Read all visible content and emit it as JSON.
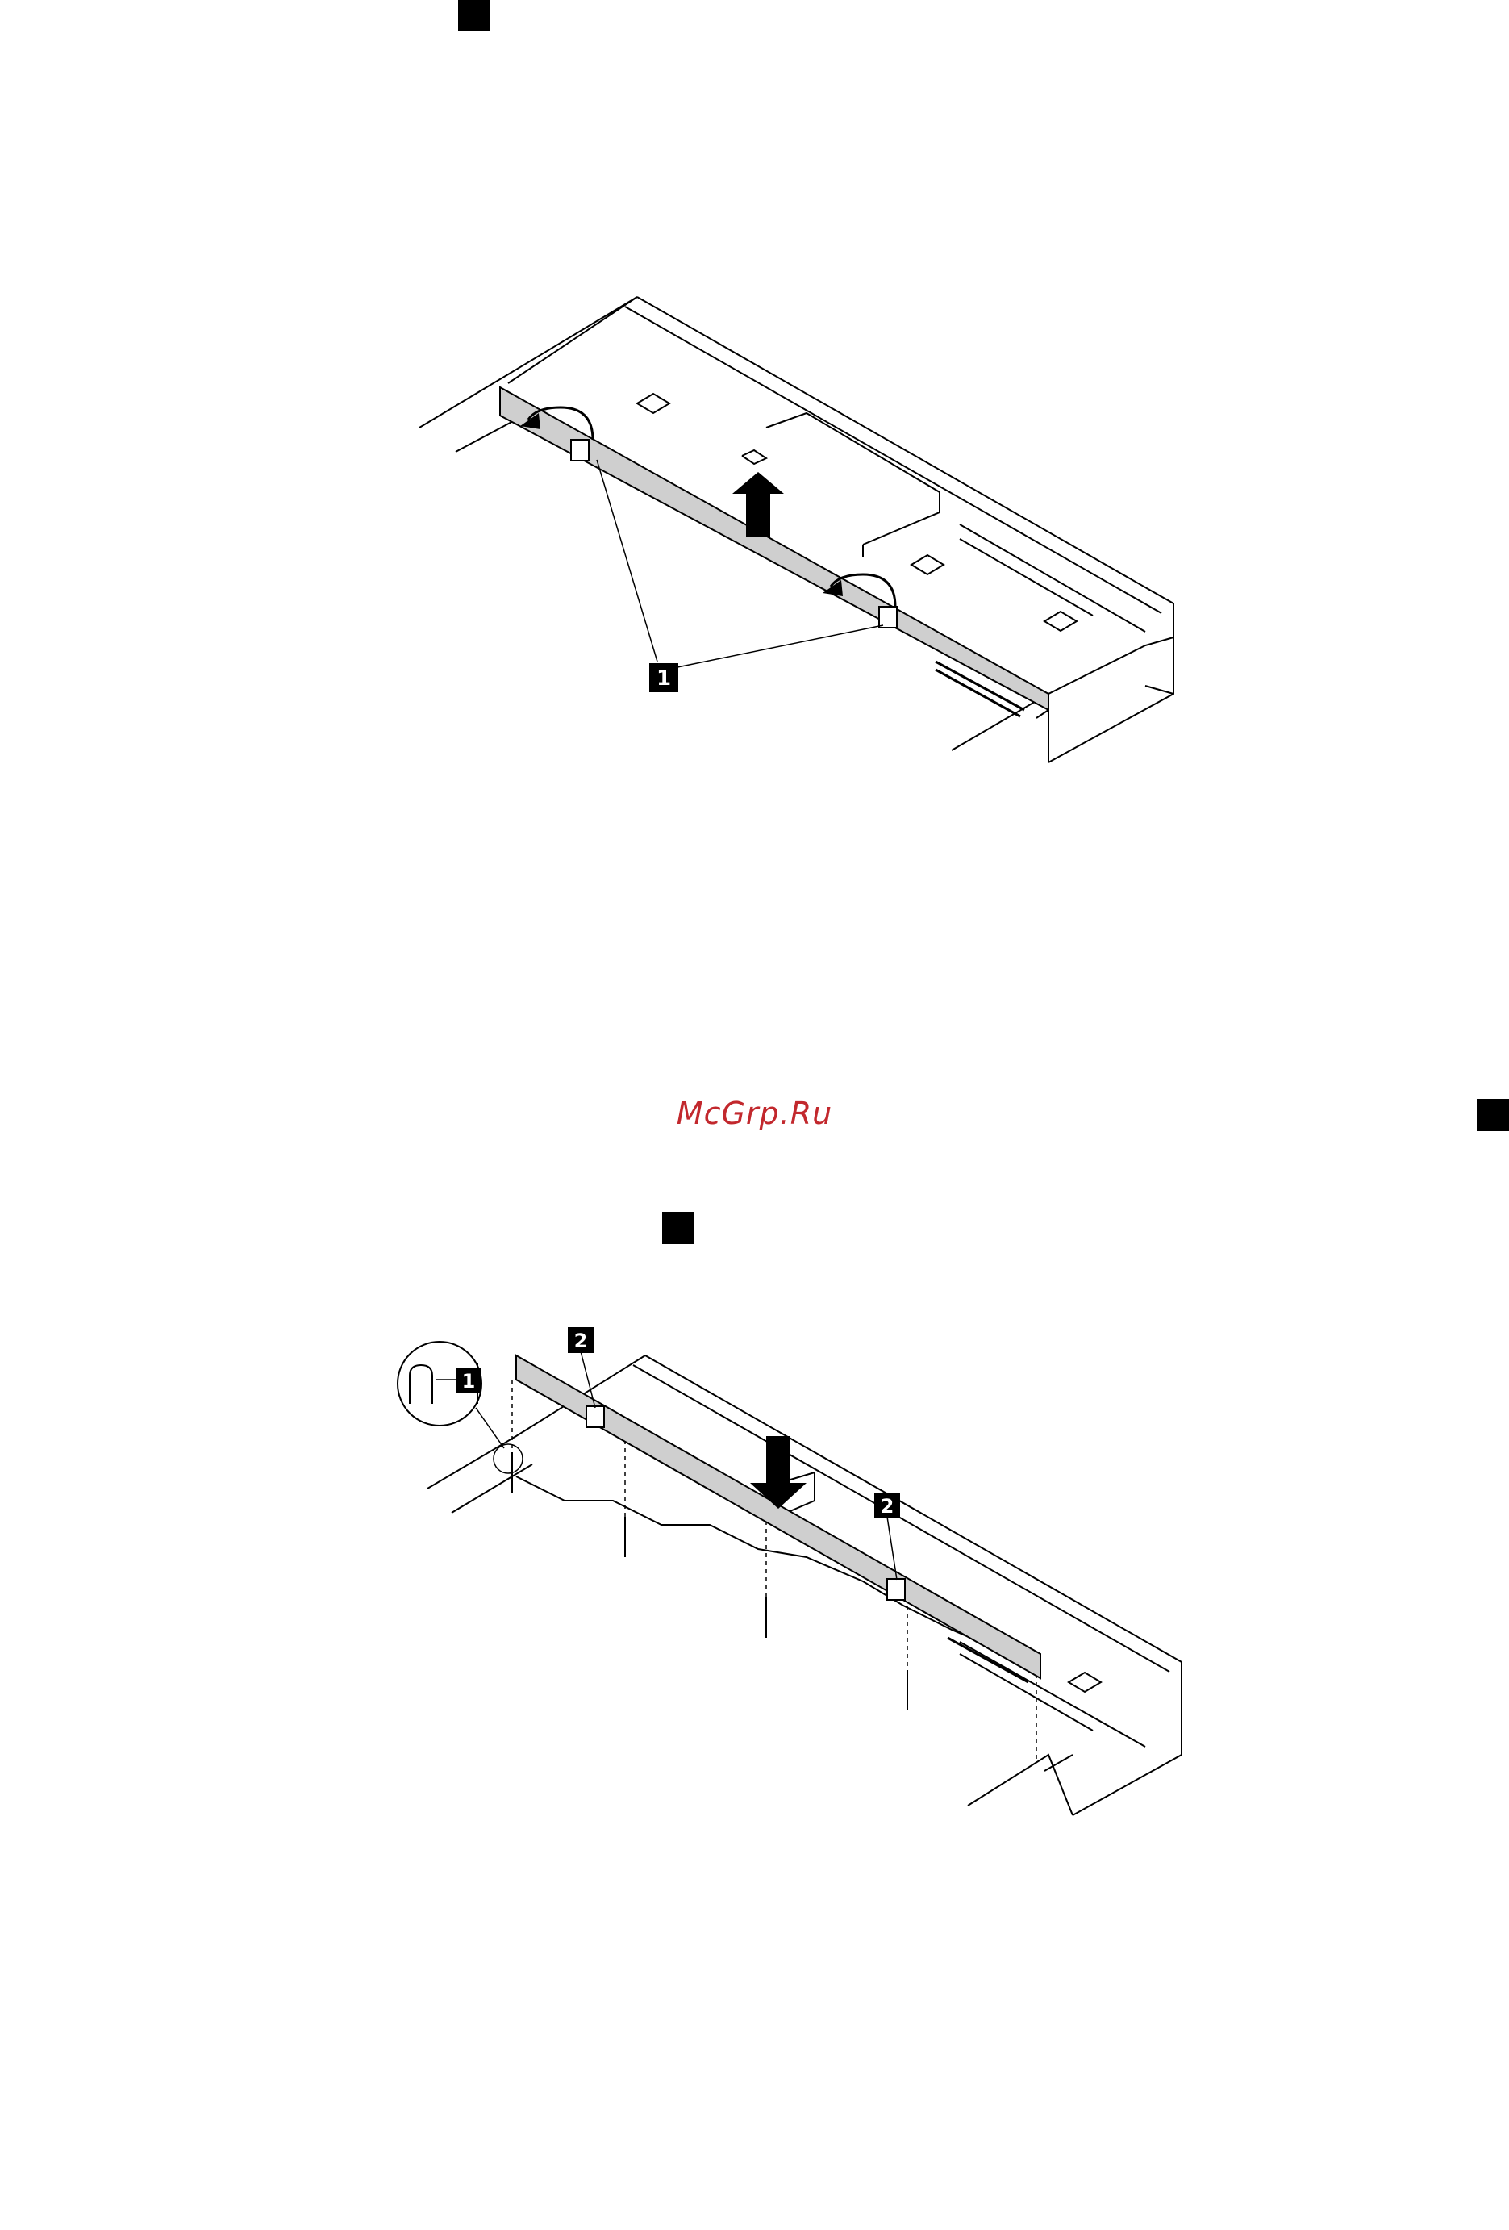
{
  "watermark": {
    "text": "McGrp.Ru",
    "color": "#c2282d"
  },
  "markers": [
    {
      "name": "black-square-marker"
    },
    {
      "name": "black-square-marker"
    },
    {
      "name": "black-square-marker"
    }
  ],
  "figure_top": {
    "callouts": [
      {
        "label": "1"
      }
    ],
    "action": "arrow-up-icon"
  },
  "figure_bottom": {
    "callouts": [
      {
        "label": "1"
      },
      {
        "label": "2"
      },
      {
        "label": "2"
      }
    ],
    "action": "arrow-down-icon"
  },
  "colors": {
    "board": "#cfcfcf",
    "line": "#000000"
  }
}
